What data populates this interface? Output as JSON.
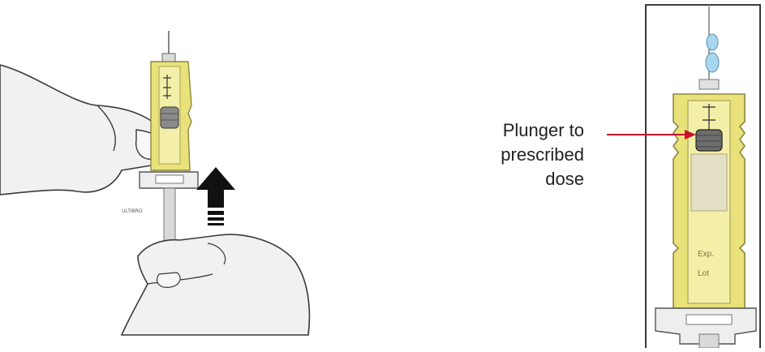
{
  "left_figure": {
    "syringe_print": "ULTIBRO"
  },
  "right_figure": {
    "callout_lines": [
      "Plunger to",
      "prescribed",
      "dose"
    ],
    "exp_label": "Exp.",
    "lot_label": "Lot"
  },
  "colors": {
    "skin": "#f1f1f1",
    "skin_outline": "#3a3a3a",
    "syringe_yellow": "#e9e27a",
    "syringe_yellow_light": "#f4efa8",
    "arrow": "#111111",
    "pointer": "#c8102e",
    "frame": "#222222"
  },
  "icons": [
    "up-arrow-icon",
    "pointer-arrow-icon"
  ]
}
